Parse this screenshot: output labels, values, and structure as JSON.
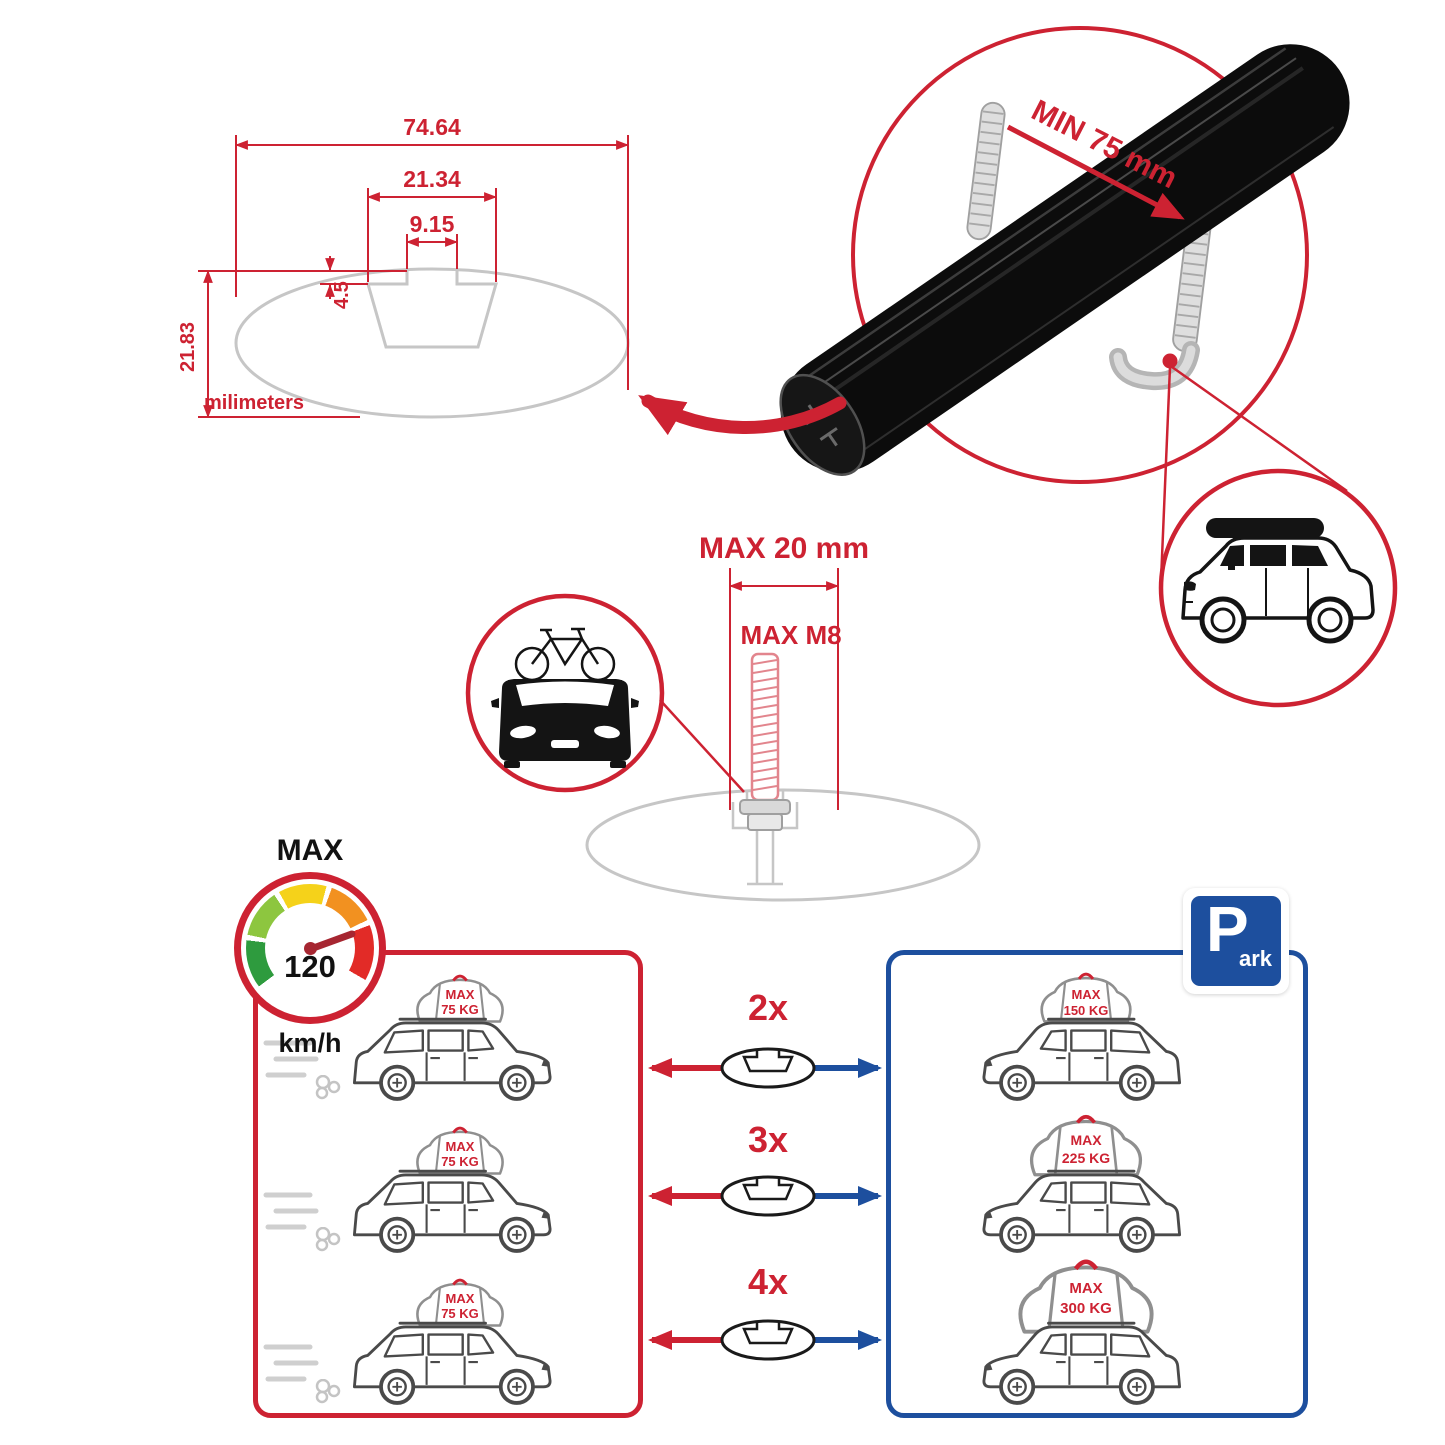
{
  "colors": {
    "red": "#cd2232",
    "blue": "#1d4f9e",
    "gray_outline": "#c6c6c6",
    "black": "#111111",
    "gauge_green": "#2e9b3e",
    "gauge_lightgreen": "#8dc63f",
    "gauge_yellow": "#f5d21a",
    "gauge_orange": "#f29120",
    "gauge_red": "#e22b27"
  },
  "dimension_diagram": {
    "total_width": "74.64",
    "slot_outer_width": "21.34",
    "slot_opening_width": "9.15",
    "lip_depth": "4.5",
    "bar_height": "21.83",
    "units_label": "milimeters"
  },
  "crossbar_view": {
    "min_rail_clearance": "MIN 75 mm"
  },
  "bolt_view": {
    "max_bolt_length": "MAX 20 mm",
    "max_thread": "MAX M8"
  },
  "speed_limit": {
    "label": "MAX",
    "value": "120",
    "unit": "km/h"
  },
  "comparison": {
    "rows": [
      {
        "multiplier": "2x",
        "left": {
          "line1": "MAX",
          "line2": "75 KG"
        },
        "right": {
          "line1": "MAX",
          "line2": "150 KG"
        }
      },
      {
        "multiplier": "3x",
        "left": {
          "line1": "MAX",
          "line2": "75 KG"
        },
        "right": {
          "line1": "MAX",
          "line2": "225 KG"
        }
      },
      {
        "multiplier": "4x",
        "left": {
          "line1": "MAX",
          "line2": "75 KG"
        },
        "right": {
          "line1": "MAX",
          "line2": "300 KG"
        }
      }
    ],
    "park_sign": {
      "letter": "P",
      "suffix": "ark"
    }
  }
}
